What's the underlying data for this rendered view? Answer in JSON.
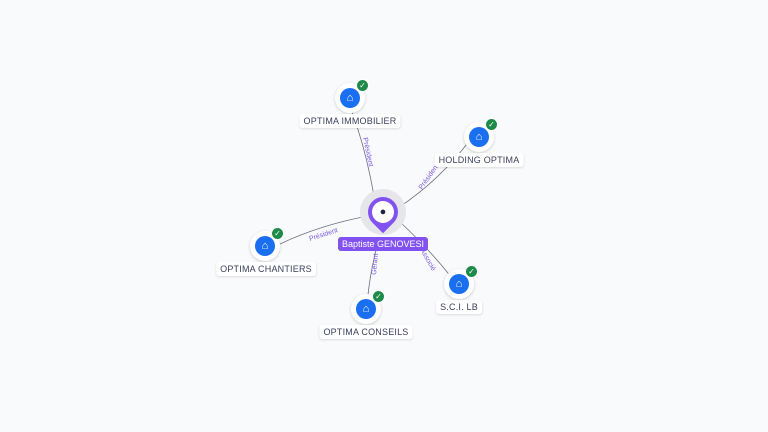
{
  "center": {
    "name": "Baptiste GENOVESI",
    "icon": "person-icon"
  },
  "companies": [
    {
      "name": "OPTIMA IMMOBILIER",
      "role": "Président",
      "verified": true
    },
    {
      "name": "HOLDING OPTIMA",
      "role": "Président",
      "verified": true
    },
    {
      "name": "OPTIMA CHANTIERS",
      "role": "Président",
      "verified": true
    },
    {
      "name": "OPTIMA CONSEILS",
      "role": "Gérant",
      "verified": true
    },
    {
      "name": "S.C.I. LB",
      "role": "Associé",
      "verified": true
    }
  ],
  "colors": {
    "accent": "#8152f0",
    "company": "#1a6ef0",
    "verified": "#1e8a4a"
  }
}
